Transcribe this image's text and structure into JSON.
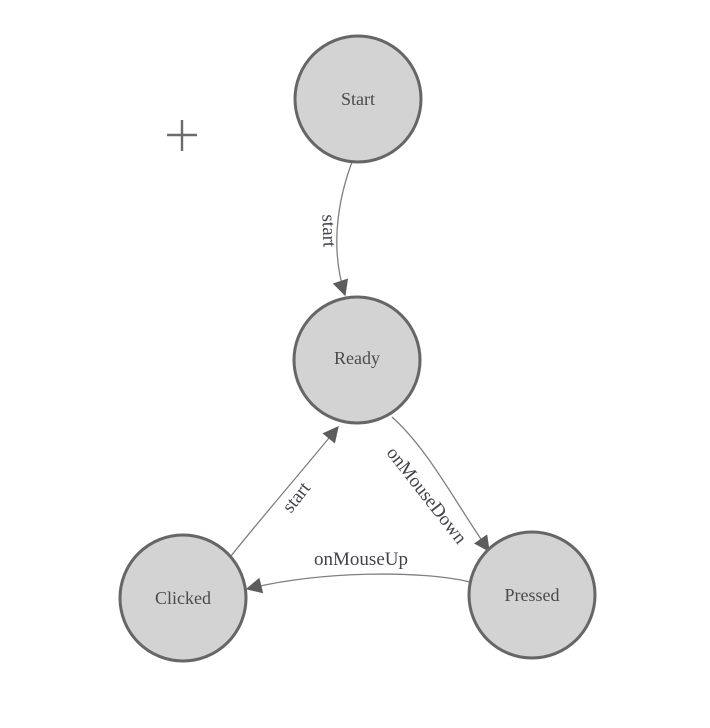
{
  "diagram": {
    "type": "state-machine",
    "background_color": "#ffffff",
    "colors": {
      "node_fill": "#d3d3d3",
      "node_border": "#666666",
      "edge_line": "#7f7f7f",
      "arrowhead": "#5c5c5c",
      "node_text": "#4a4a4a",
      "edge_text": "#42424c",
      "crosshair": "#6b6b6b"
    },
    "nodes": {
      "start": {
        "label": "Start"
      },
      "ready": {
        "label": "Ready"
      },
      "clicked": {
        "label": "Clicked"
      },
      "pressed": {
        "label": "Pressed"
      }
    },
    "edges": {
      "start_to_ready": {
        "label": "start",
        "from": "Start",
        "to": "Ready"
      },
      "clicked_to_ready": {
        "label": "start",
        "from": "Clicked",
        "to": "Ready"
      },
      "ready_to_pressed": {
        "label": "onMouseDown",
        "from": "Ready",
        "to": "Pressed"
      },
      "pressed_to_clicked": {
        "label": "onMouseUp",
        "from": "Pressed",
        "to": "Clicked"
      }
    },
    "icons": {
      "crosshair_plus": "plus-crosshair"
    }
  }
}
